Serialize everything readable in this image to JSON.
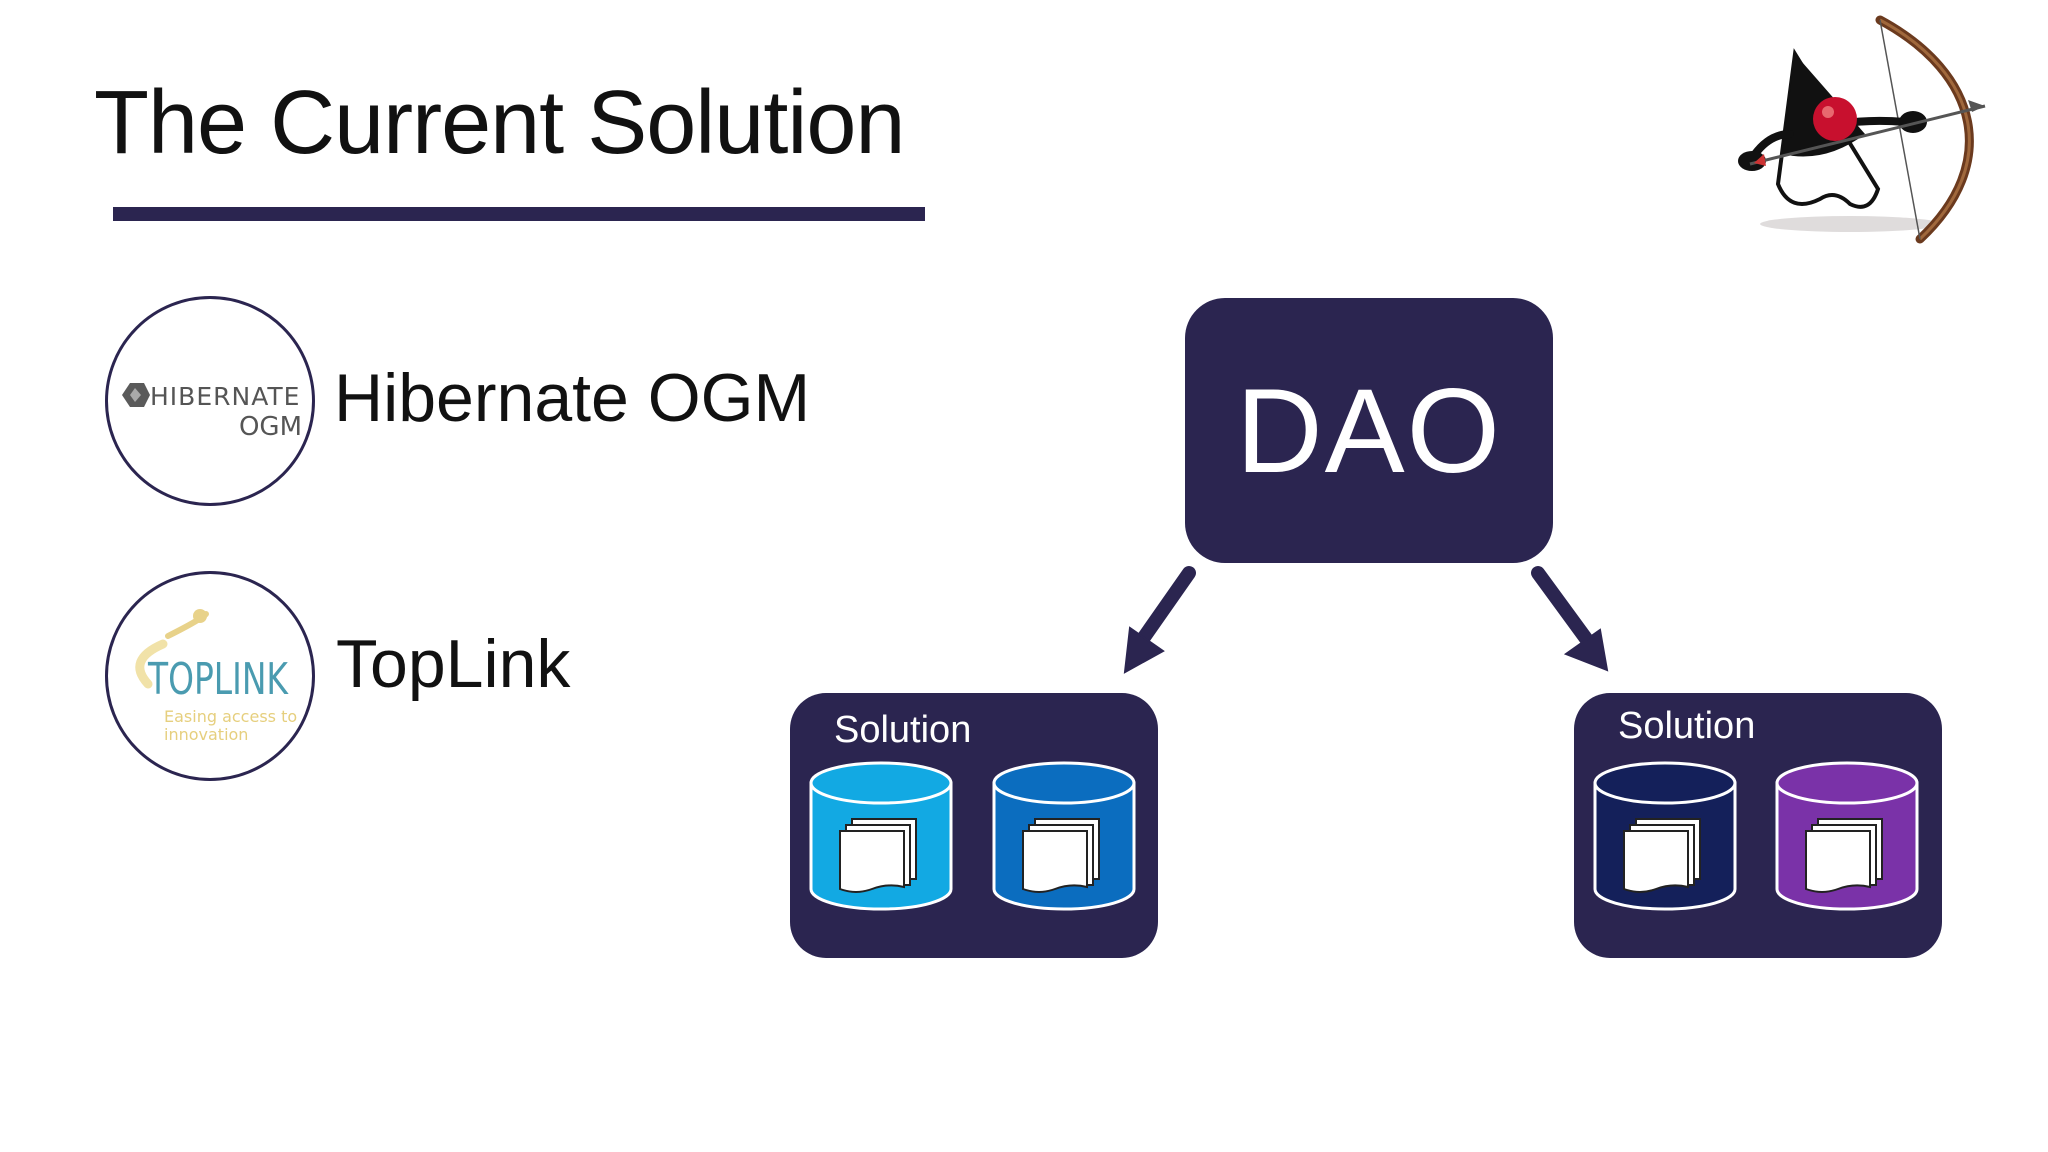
{
  "slide": {
    "title": "The Current Solution",
    "technologies": [
      {
        "label": "Hibernate OGM",
        "logo_text": [
          "HIBERNATE",
          "OGM"
        ],
        "logo_icon": "hibernate-hexagon-icon"
      },
      {
        "label": "TopLink",
        "logo_text": [
          "TOPLINK",
          "Easing access to",
          "innovation"
        ],
        "logo_icon": "toplink-figure-icon"
      }
    ],
    "diagram": {
      "root": {
        "label": "DAO"
      },
      "children": [
        {
          "label": "Solution",
          "databases": [
            {
              "color": "#12a9e3",
              "icon": "database-icon"
            },
            {
              "color": "#0b6dbf",
              "icon": "database-icon"
            }
          ]
        },
        {
          "label": "Solution",
          "databases": [
            {
              "color": "#14205a",
              "icon": "database-icon"
            },
            {
              "color": "#7a32a8",
              "icon": "database-icon"
            }
          ]
        }
      ]
    },
    "mascot": {
      "icon": "duke-archer-icon"
    },
    "colors": {
      "navy": "#2b2550",
      "text": "#111111"
    }
  }
}
